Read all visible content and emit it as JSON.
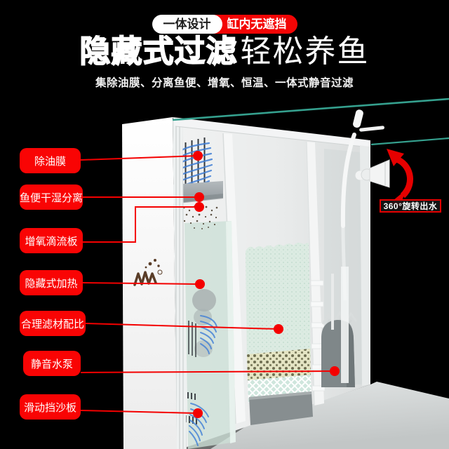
{
  "header": {
    "badge_left": "一体设计",
    "badge_right": "缸内无遮挡",
    "title_strong": "隐藏式过滤",
    "title_light": "轻松养鱼",
    "subtitle": "集除油膜、分离鱼便、增氧、恒温、一体式静音过滤"
  },
  "callouts": [
    {
      "label": "除油膜"
    },
    {
      "label": "鱼便干湿分离"
    },
    {
      "label": "增氧滴流板"
    },
    {
      "label": "隐藏式加热"
    },
    {
      "label": "合理滤材配比"
    },
    {
      "label": "静音水泵"
    },
    {
      "label": "滑动挡沙板"
    }
  ],
  "outlet": {
    "label": "360°旋转出水"
  },
  "colors": {
    "accent_red": "#f40000",
    "glass_teal": "#35a08e",
    "flow_blue": "#3f7ed6",
    "background": "#000000"
  }
}
